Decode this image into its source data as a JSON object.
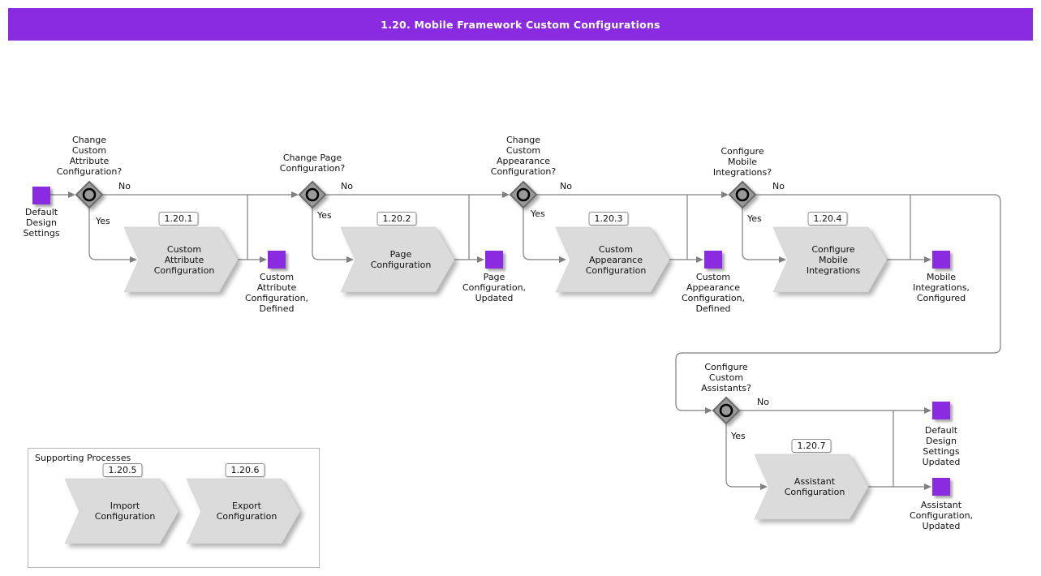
{
  "title": "1.20. Mobile Framework Custom Configurations",
  "colors": {
    "accent_purple": "#8A2BE2",
    "connector_gray": "#7F7F7F",
    "task_fill": "#DBDBDB",
    "decision_fill": "#9A9A9A"
  },
  "start": {
    "label": "Default\nDesign\nSettings"
  },
  "decisions": [
    {
      "question": "Change\nCustom\nAttribute\nConfiguration?",
      "yes": "Yes",
      "no": "No"
    },
    {
      "question": "Change Page\nConfiguration?",
      "yes": "Yes",
      "no": "No"
    },
    {
      "question": "Change\nCustom\nAppearance\nConfiguration?",
      "yes": "Yes",
      "no": "No"
    },
    {
      "question": "Configure\nMobile\nIntegrations?",
      "yes": "Yes",
      "no": "No"
    },
    {
      "question": "Configure\nCustom\nAssistants?",
      "yes": "Yes",
      "no": "No"
    }
  ],
  "tasks": [
    {
      "id": "1.20.1",
      "label": "Custom\nAttribute\nConfiguration"
    },
    {
      "id": "1.20.2",
      "label": "Page\nConfiguration"
    },
    {
      "id": "1.20.3",
      "label": "Custom\nAppearance\nConfiguration"
    },
    {
      "id": "1.20.4",
      "label": "Configure\nMobile\nIntegrations"
    },
    {
      "id": "1.20.7",
      "label": "Assistant\nConfiguration"
    },
    {
      "id": "1.20.5",
      "label": "Import\nConfiguration"
    },
    {
      "id": "1.20.6",
      "label": "Export\nConfiguration"
    }
  ],
  "milestones": [
    {
      "label": "Custom\nAttribute\nConfiguration,\nDefined"
    },
    {
      "label": "Page\nConfiguration,\nUpdated"
    },
    {
      "label": "Custom\nAppearance\nConfiguration,\nDefined"
    },
    {
      "label": "Mobile\nIntegrations,\nConfigured"
    },
    {
      "label": "Default\nDesign\nSettings\nUpdated"
    },
    {
      "label": "Assistant\nConfiguration,\nUpdated"
    }
  ],
  "supporting": {
    "label": "Supporting Processes"
  }
}
